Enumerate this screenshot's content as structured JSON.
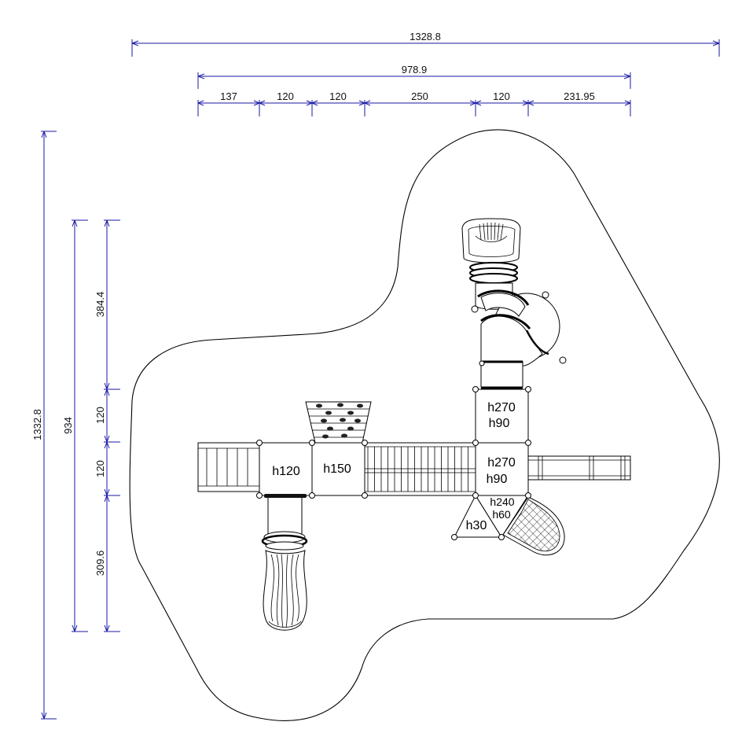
{
  "dimensions": {
    "overall_width": "1328.8",
    "structure_width": "978.9",
    "segments": [
      "137",
      "120",
      "120",
      "250",
      "120",
      "231.95"
    ],
    "overall_height": "1332.8",
    "structure_height": "934",
    "vertical_segments": [
      "384.4",
      "120",
      "120",
      "309.6"
    ]
  },
  "platforms": {
    "p1": "h120",
    "p2": "h150",
    "p3_top": "h270",
    "p3_bottom": "h90",
    "p4_top": "h270",
    "p4_bottom": "h90",
    "p5": "h240",
    "p6": "h60",
    "p7": "h30"
  },
  "colors": {
    "dimension_line": "#1a1aa6",
    "drawing_line": "#000000",
    "background": "#ffffff"
  }
}
